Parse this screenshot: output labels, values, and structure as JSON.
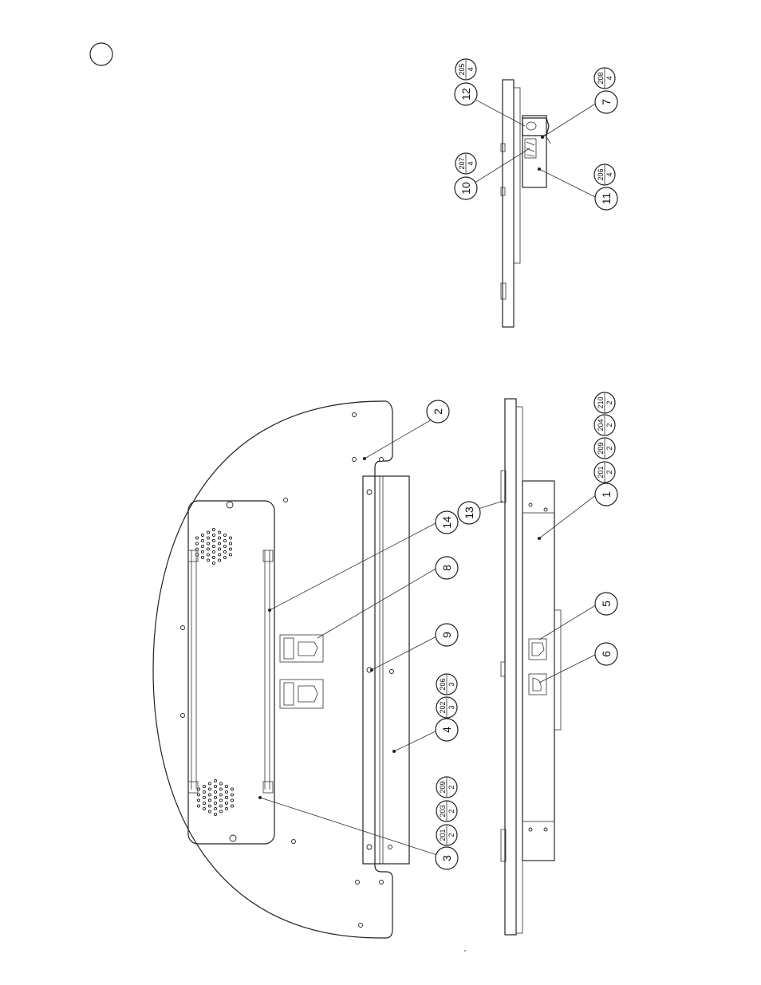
{
  "callouts": [
    {
      "id": "c1",
      "label": "1"
    },
    {
      "id": "c2",
      "label": "2"
    },
    {
      "id": "c3",
      "label": "3"
    },
    {
      "id": "c4",
      "label": "4"
    },
    {
      "id": "c5",
      "label": "5"
    },
    {
      "id": "c6",
      "label": "6"
    },
    {
      "id": "c7",
      "label": "7"
    },
    {
      "id": "c8",
      "label": "8"
    },
    {
      "id": "c9",
      "label": "9"
    },
    {
      "id": "c10",
      "label": "10"
    },
    {
      "id": "c11",
      "label": "11"
    },
    {
      "id": "c12",
      "label": "12"
    },
    {
      "id": "c13",
      "label": "13"
    },
    {
      "id": "c14",
      "label": "14"
    }
  ],
  "hardware": [
    {
      "id": "h205",
      "part": "205",
      "qty": "4"
    },
    {
      "id": "h208",
      "part": "208",
      "qty": "4"
    },
    {
      "id": "h207",
      "part": "207",
      "qty": "4"
    },
    {
      "id": "h206a",
      "part": "206",
      "qty": "4"
    },
    {
      "id": "h210",
      "part": "210",
      "qty": "2"
    },
    {
      "id": "h204",
      "part": "204",
      "qty": "2"
    },
    {
      "id": "h209a",
      "part": "209",
      "qty": "2"
    },
    {
      "id": "h201a",
      "part": "201",
      "qty": "2"
    },
    {
      "id": "h206b",
      "part": "206",
      "qty": "3"
    },
    {
      "id": "h202",
      "part": "202",
      "qty": "3"
    },
    {
      "id": "h209b",
      "part": "209",
      "qty": "2"
    },
    {
      "id": "h203",
      "part": "203",
      "qty": "2"
    },
    {
      "id": "h201b",
      "part": "201",
      "qty": "2"
    }
  ]
}
